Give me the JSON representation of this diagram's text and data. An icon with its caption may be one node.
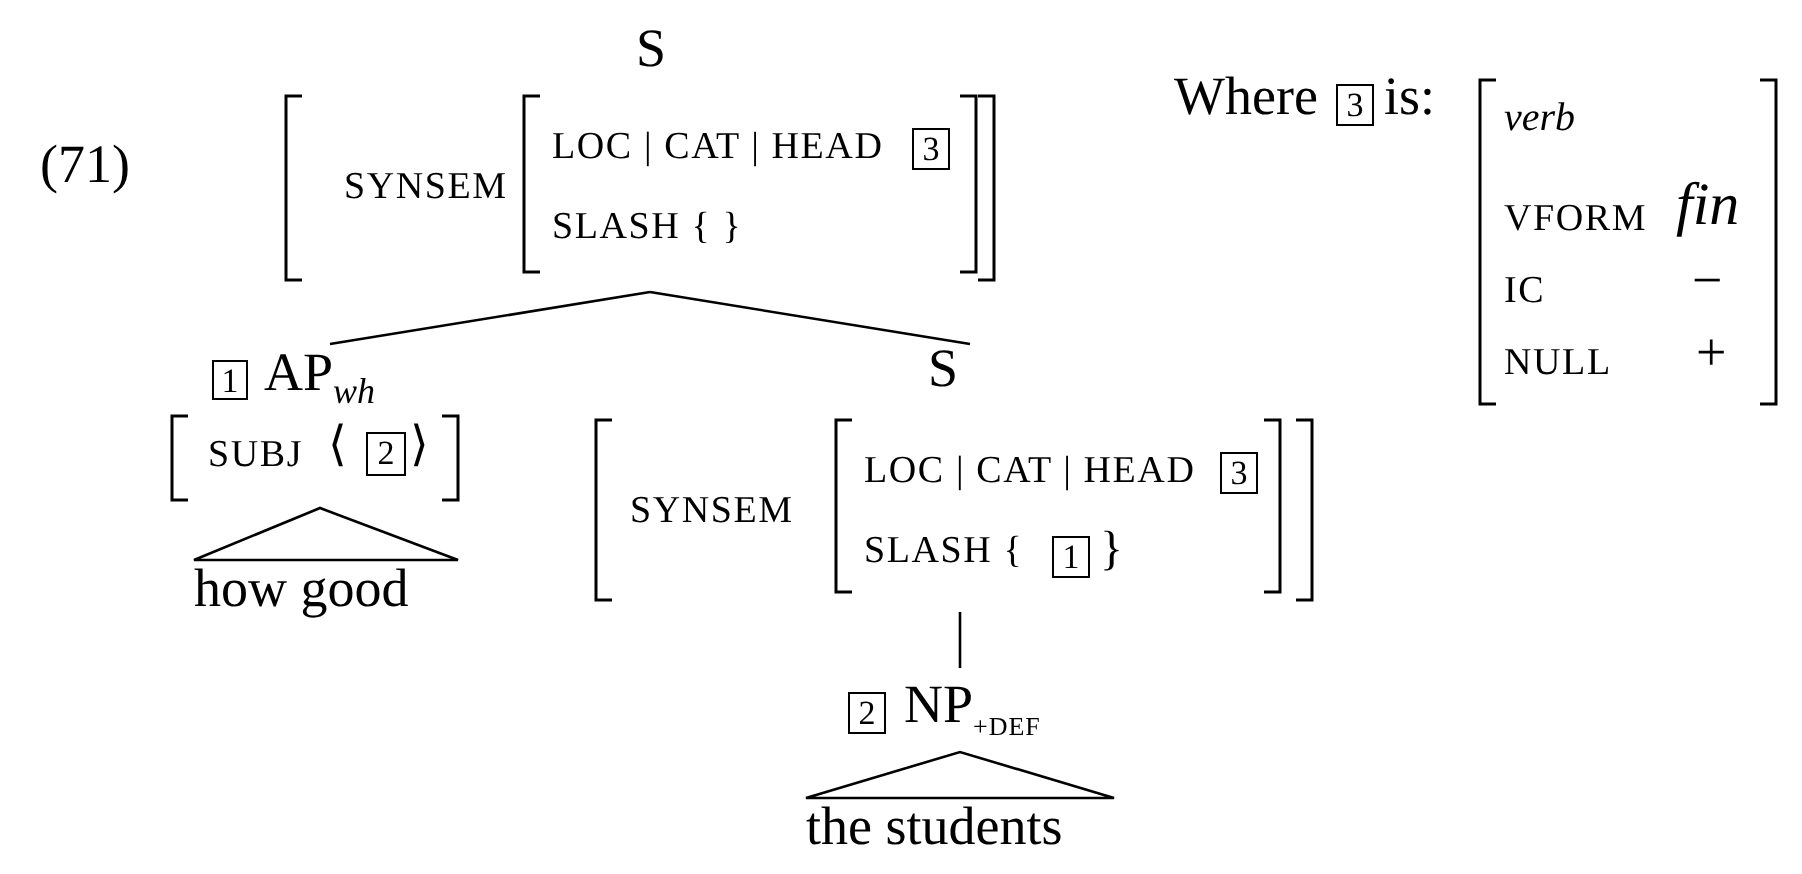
{
  "diagram": {
    "nodes": [
      {
        "text": [
          "S",
          "SYNSEM"
        ]
      },
      {
        "text": [
          "LOC | CAT | HEAD",
          "SLASH { }"
        ],
        "in": 0
      },
      {
        "text": [
          "3"
        ],
        "in": 1
      },
      {
        "text": [
          "AP$_{wh}$",
          "SUBJ",
          "⟨",
          "⟩"
        ]
      },
      {
        "text": [
          "1"
        ],
        "in": 3
      },
      {
        "text": [
          "2"
        ],
        "in": 3
      },
      {
        "text": [
          "how good"
        ]
      },
      {
        "text": [
          "S",
          "SYNSEM"
        ]
      },
      {
        "text": [
          "LOC | CAT | HEAD",
          "SLASH {",
          "}"
        ],
        "in": 7
      },
      {
        "text": [
          "3"
        ],
        "in": 8
      },
      {
        "text": [
          "1"
        ],
        "in": 8
      },
      {
        "text": [
          "NP$_{+DEF}$"
        ]
      },
      {
        "text": [
          "2"
        ],
        "in": 11
      },
      {
        "text": [
          "the students"
        ]
      },
      {
        "text": [
          "Where",
          "is:"
        ]
      },
      {
        "text": [
          "3"
        ],
        "in": 14
      },
      {
        "text": [
          "verb",
          "VFORM",
          "fin",
          "IC",
          "−",
          "NULL",
          "+"
        ]
      }
    ],
    "edges": [
      {
        "from": 0,
        "to": 3,
        "arrow": "none"
      },
      {
        "from": 0,
        "to": 7,
        "arrow": "none"
      },
      {
        "from": 3,
        "to": 6,
        "arrow": "none"
      },
      {
        "from": 7,
        "to": 11,
        "arrow": "none"
      },
      {
        "from": 11,
        "to": 13,
        "arrow": "none"
      }
    ],
    "labels": [
      "(71)"
    ]
  }
}
